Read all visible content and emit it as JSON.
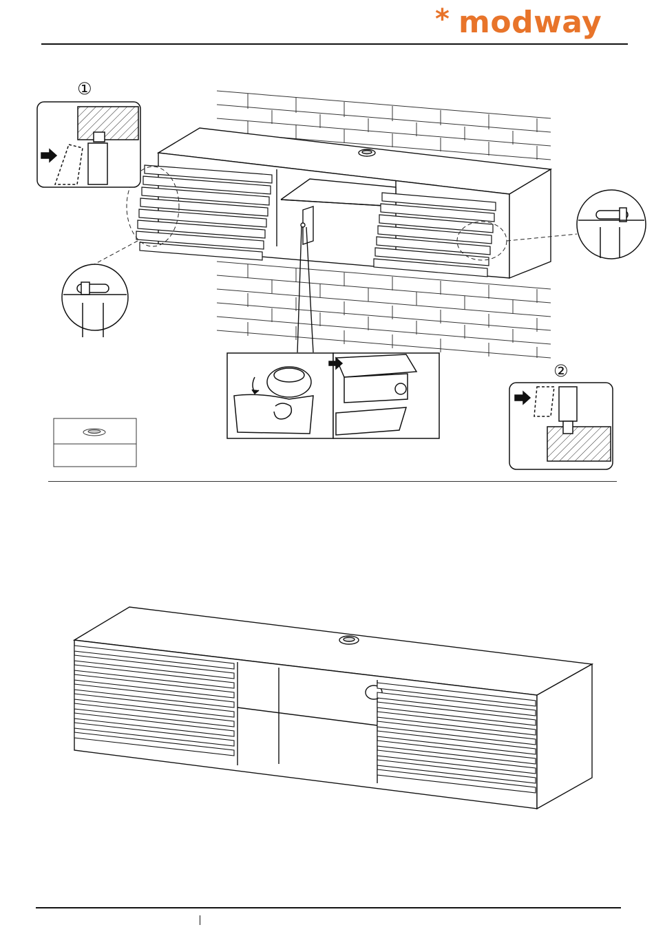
{
  "header": {
    "brand": "modway",
    "brand_mark": "*",
    "brand_color": "#E8742A"
  },
  "steps": {
    "step1_marker": "①",
    "step2_marker": "②"
  },
  "icons": {
    "arrow": "arrow-right-icon",
    "rotate": "rotate-arrow-icon"
  }
}
